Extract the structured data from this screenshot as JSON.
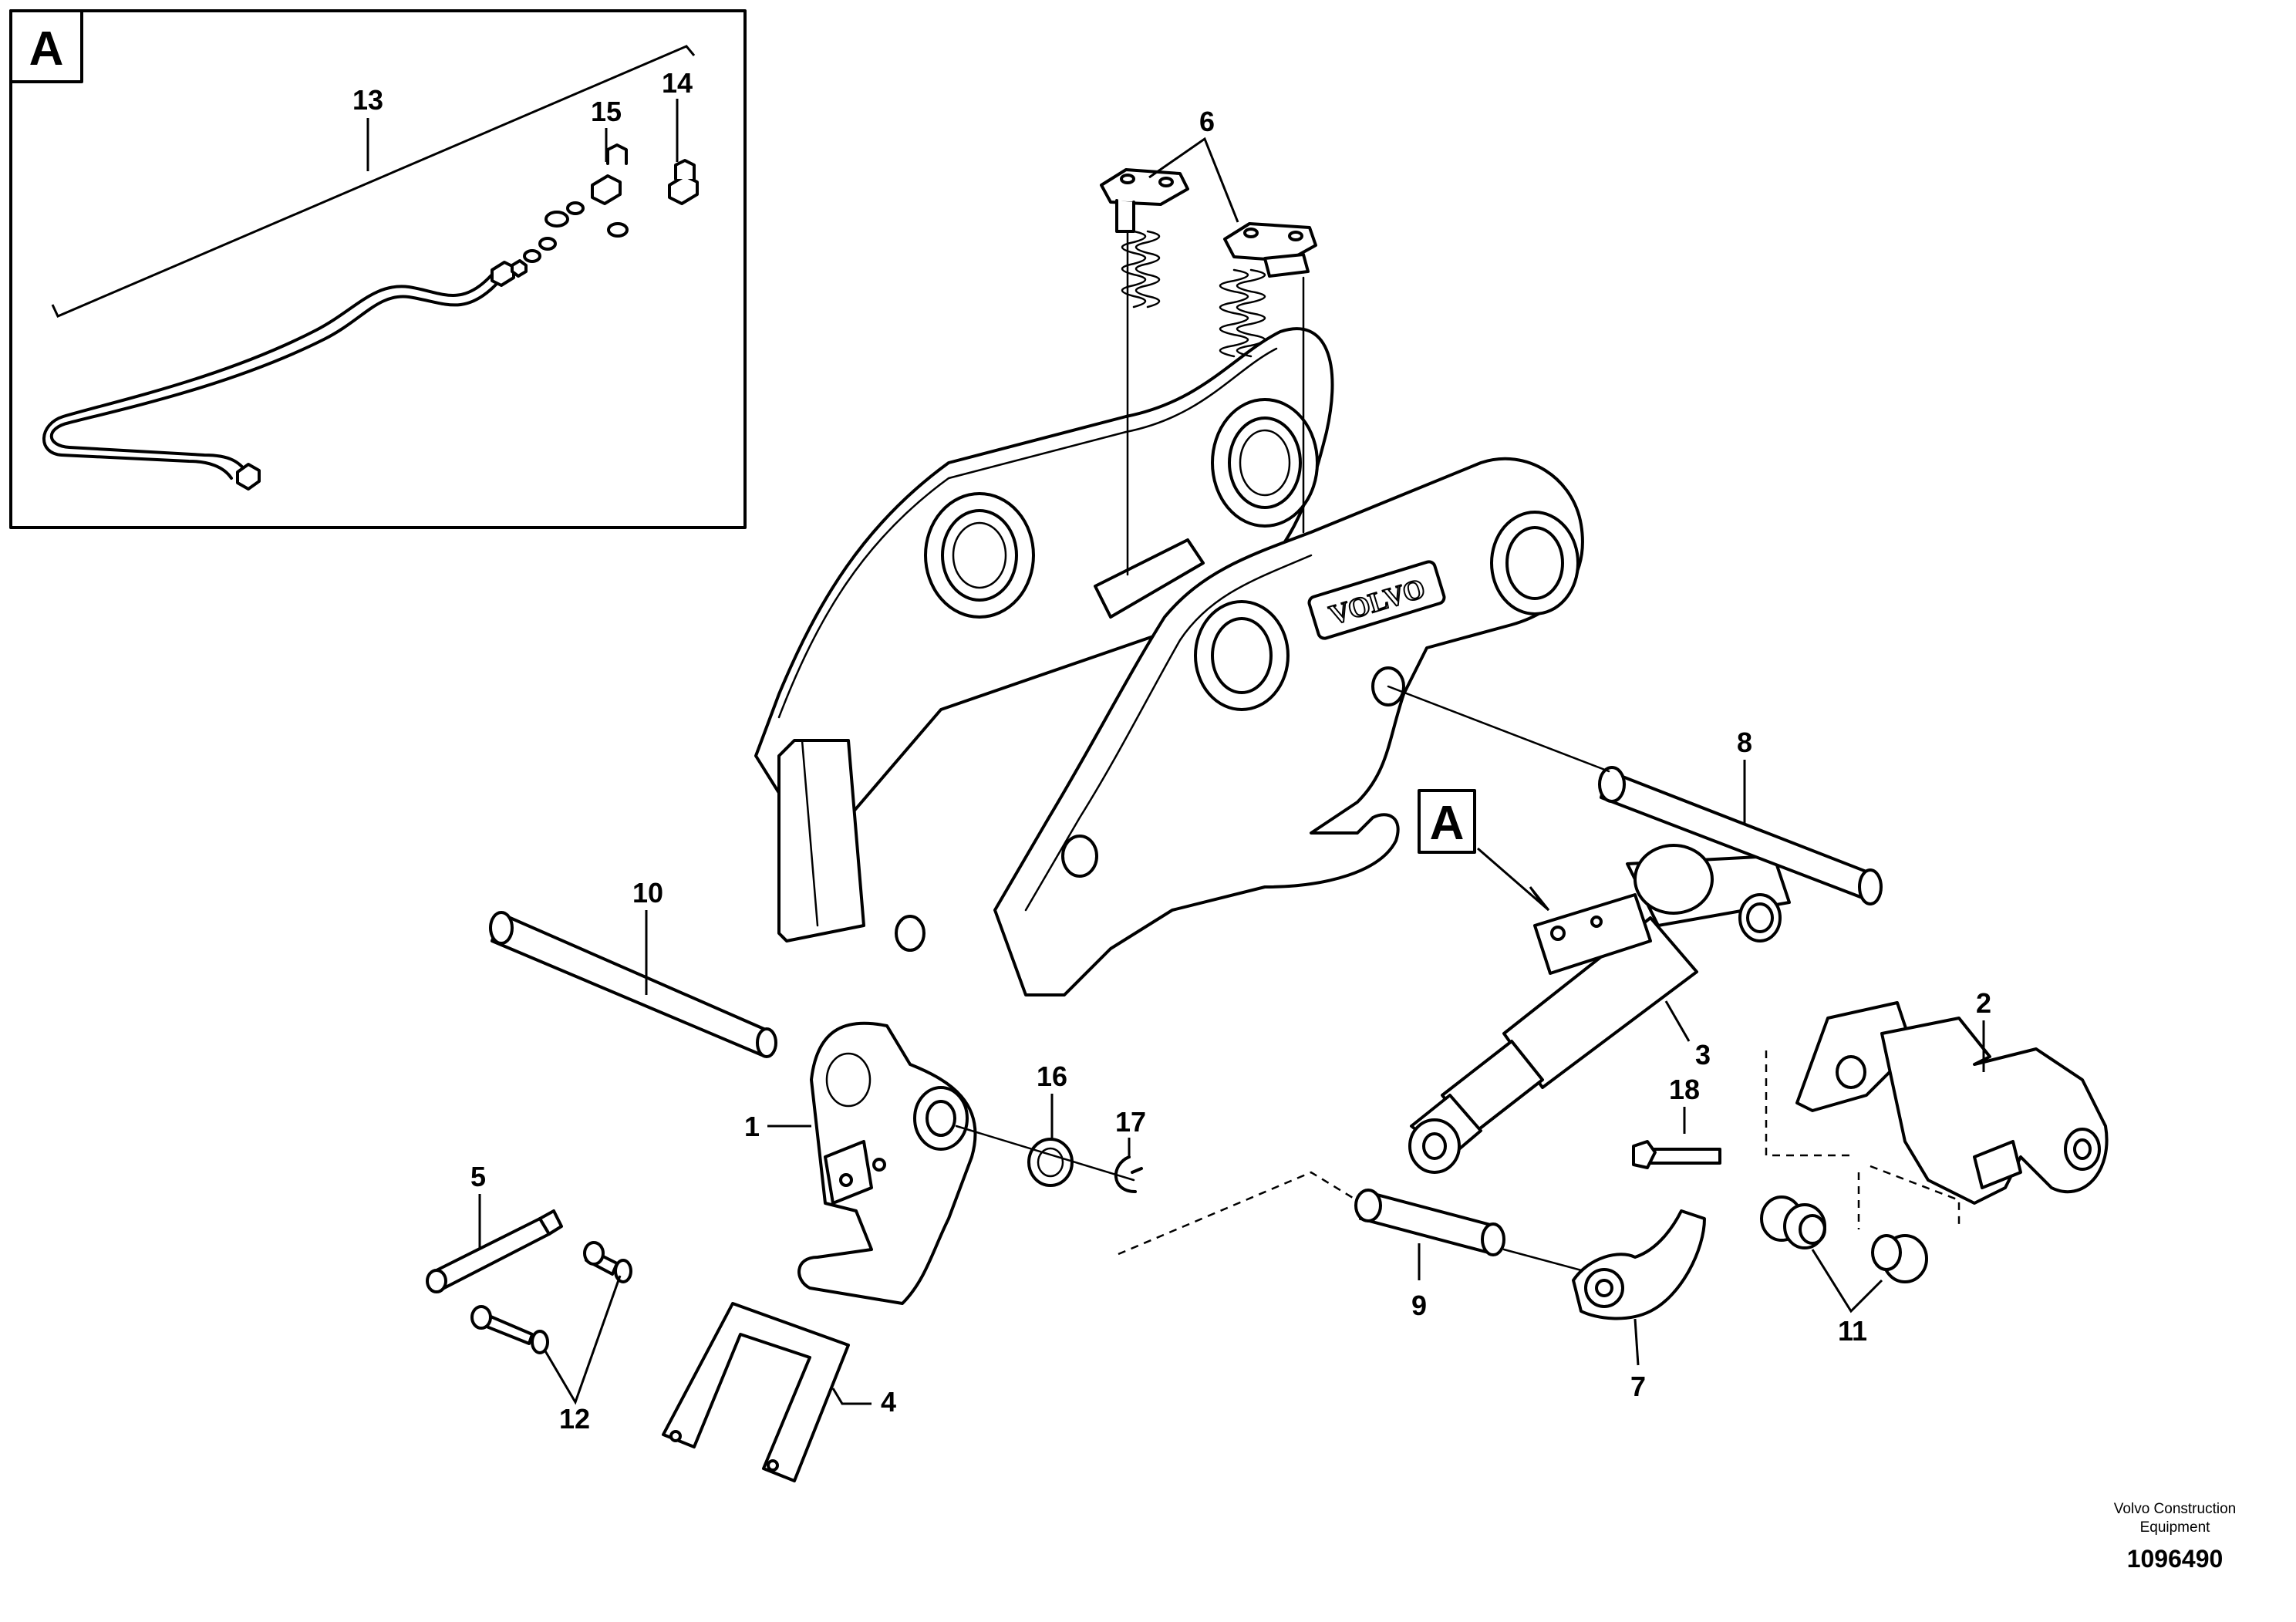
{
  "detail_label": "A",
  "callout_ref_label": "A",
  "logo_text": "VOLVO",
  "callouts": {
    "c1": "1",
    "c2": "2",
    "c3": "3",
    "c4": "4",
    "c5": "5",
    "c6": "6",
    "c7": "7",
    "c8": "8",
    "c9": "9",
    "c10": "10",
    "c11": "11",
    "c12": "12",
    "c13": "13",
    "c14": "14",
    "c15": "15",
    "c16": "16",
    "c17": "17",
    "c18": "18"
  },
  "footer": {
    "line1": "Volvo Construction",
    "line2": "Equipment",
    "drawing_number": "1096490"
  }
}
